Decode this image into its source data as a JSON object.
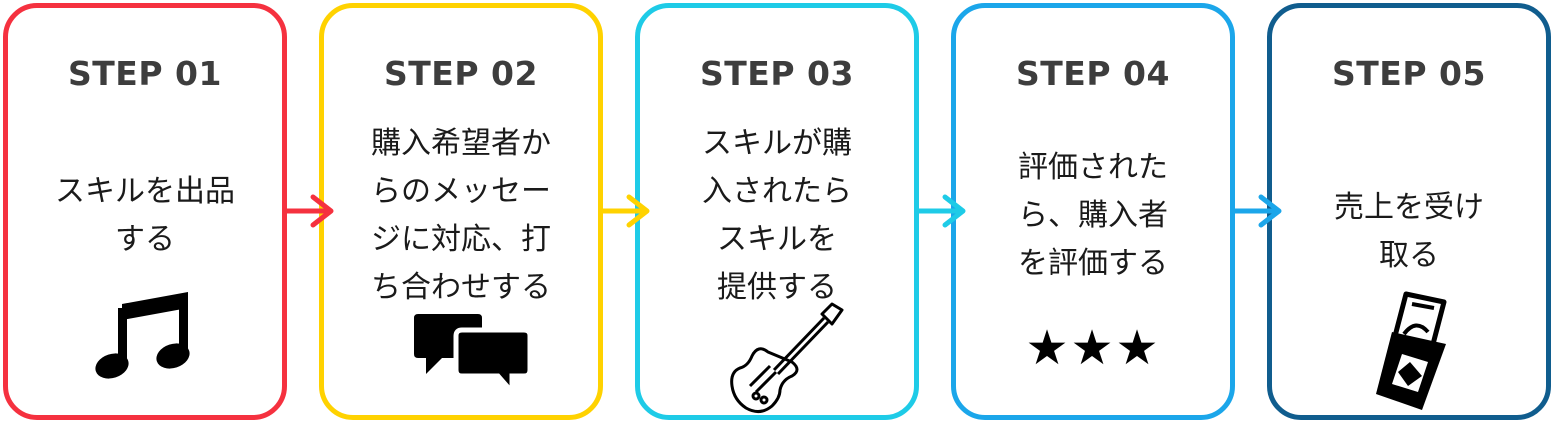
{
  "colors": {
    "step1": "#f5313f",
    "step2": "#ffd200",
    "step3": "#1ecbe7",
    "step4": "#1ba6ea",
    "step5": "#105d8e",
    "text": "#1a1a1a"
  },
  "steps": [
    {
      "title": "STEP 01",
      "text": "スキルを出品\nする",
      "icon": "music-note-icon"
    },
    {
      "title": "STEP 02",
      "text": "購入希望者か\nらのメッセー\nジに対応、打\nち合わせする",
      "icon": "chat-bubbles-icon"
    },
    {
      "title": "STEP 03",
      "text": "スキルが購\n入されたら\nスキルを\n提供する",
      "icon": "guitar-icon"
    },
    {
      "title": "STEP 04",
      "text": "評価された\nら、購入者\nを評価する",
      "icon": "three-stars-icon",
      "stars": "★★★"
    },
    {
      "title": "STEP 05",
      "text": "売上を受け\n取る",
      "icon": "money-receive-icon"
    }
  ]
}
